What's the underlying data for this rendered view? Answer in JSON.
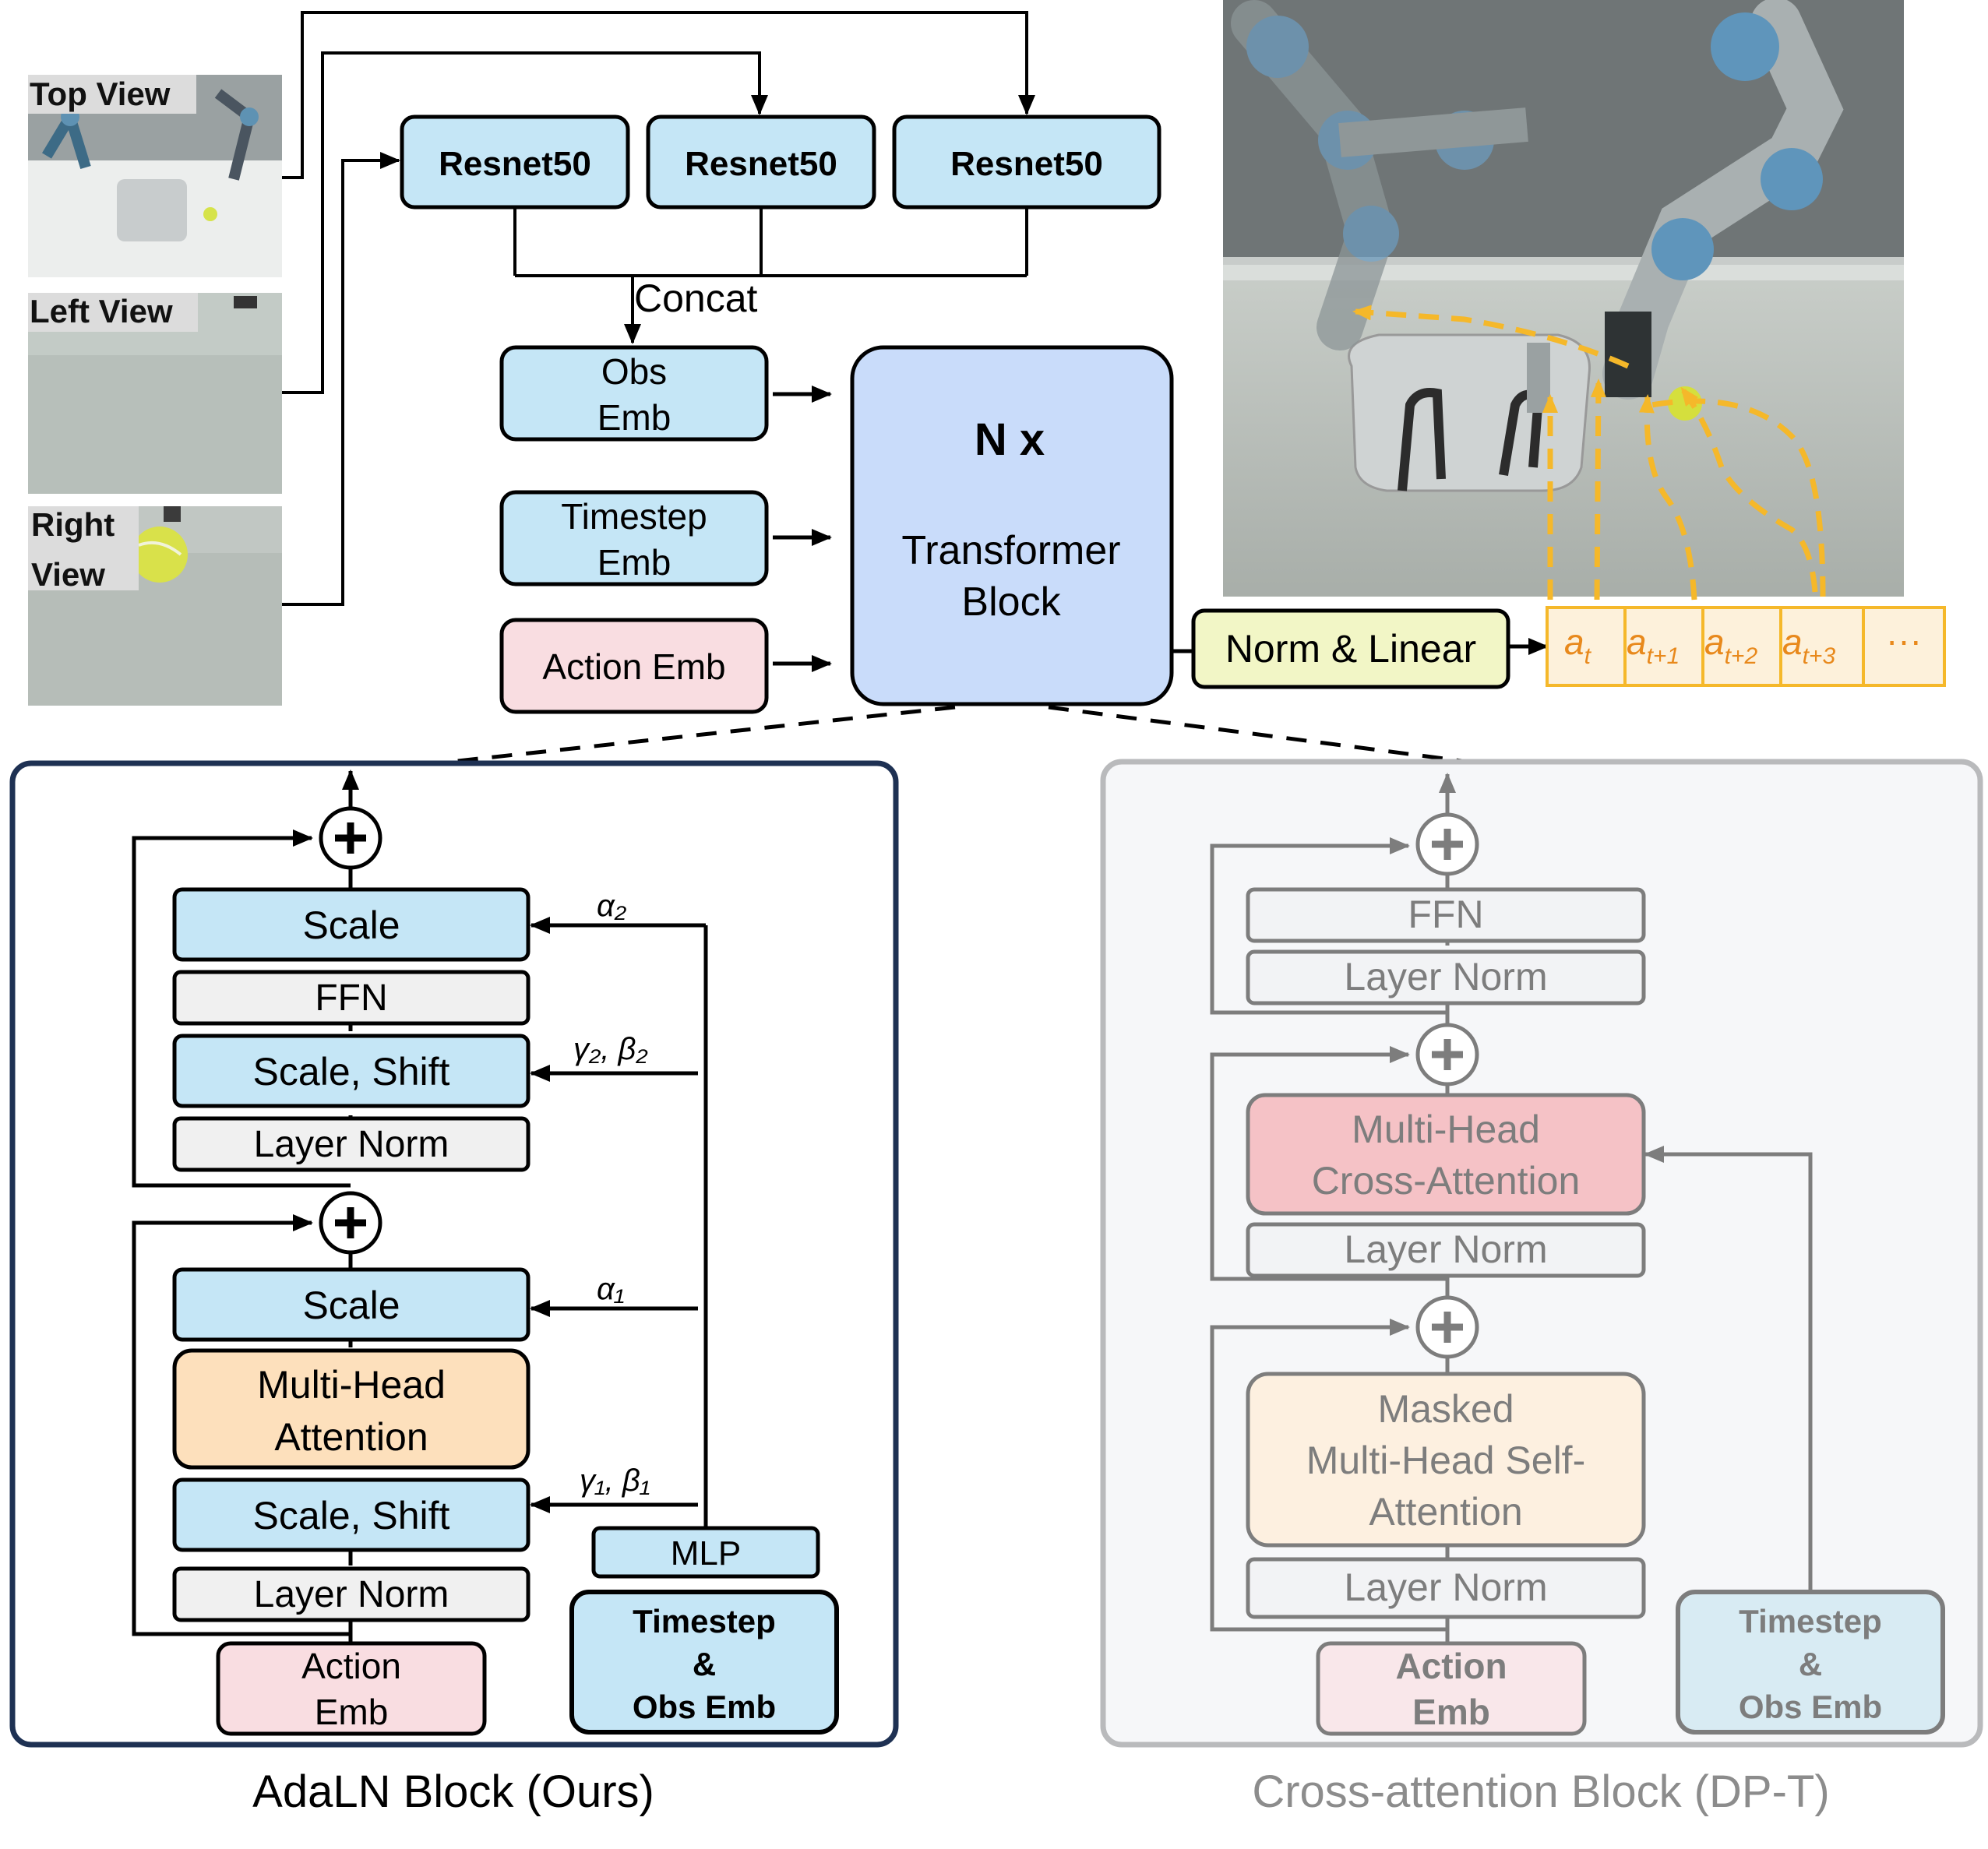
{
  "views": {
    "top": "Top View",
    "left": "Left View",
    "right_line1": "Right",
    "right_line2": "View"
  },
  "encoders": [
    "Resnet50",
    "Resnet50",
    "Resnet50"
  ],
  "concat_label": "Concat",
  "embeddings": {
    "obs": [
      "Obs",
      "Emb"
    ],
    "timestep": [
      "Timestep",
      "Emb"
    ],
    "action": "Action Emb"
  },
  "transformer": {
    "repeat": "N x",
    "line1": "Transformer",
    "line2": "Block"
  },
  "norm_linear": "Norm & Linear",
  "action_tokens": {
    "subscripts": [
      "t",
      "t+1",
      "t+2",
      "t+3"
    ],
    "base": "a",
    "ellipsis": "···"
  },
  "adaln": {
    "caption": "AdaLN Block (Ours)",
    "scale_top": "Scale",
    "ffn": "FFN",
    "scale_shift_top": "Scale, Shift",
    "layer_norm_top": "Layer Norm",
    "scale_bottom": "Scale",
    "mha": [
      "Multi-Head",
      "Attention"
    ],
    "scale_shift_bottom": "Scale, Shift",
    "layer_norm_bottom": "Layer Norm",
    "action_emb": [
      "Action",
      "Emb"
    ],
    "mlp": "MLP",
    "cond": [
      "Timestep",
      "&",
      "Obs Emb"
    ],
    "alpha2": "α₂",
    "gamma2_beta2": "γ₂, β₂",
    "alpha1": "α₁",
    "gamma1_beta1": "γ₁, β₁"
  },
  "crossattn": {
    "caption": "Cross-attention Block (DP-T)",
    "ffn": "FFN",
    "layer_norm_1": "Layer Norm",
    "cross_attention": [
      "Multi-Head",
      "Cross-Attention"
    ],
    "layer_norm_2": "Layer Norm",
    "masked_self_attention": [
      "Masked",
      "Multi-Head Self-",
      "Attention"
    ],
    "layer_norm_3": "Layer Norm",
    "action_emb": [
      "Action",
      "Emb"
    ],
    "cond": [
      "Timestep",
      "&",
      "Obs Emb"
    ]
  },
  "colors": {
    "blue_box": "#c5e6f6",
    "pink_box": "#f9dde1",
    "orange_box": "#fde0bc",
    "grey_box": "#f0f0f0",
    "transformer": "#c9dcfa",
    "yellow_box": "#f2f6c6",
    "token_orange": "#f5b82a",
    "token_text": "#e8891c",
    "adaln_border": "#1e3153",
    "cross_bg": "#f6f7f9",
    "cross_border": "#b9babc",
    "cross_red": "#f5c2c6",
    "faded": "#7d7d7d"
  }
}
